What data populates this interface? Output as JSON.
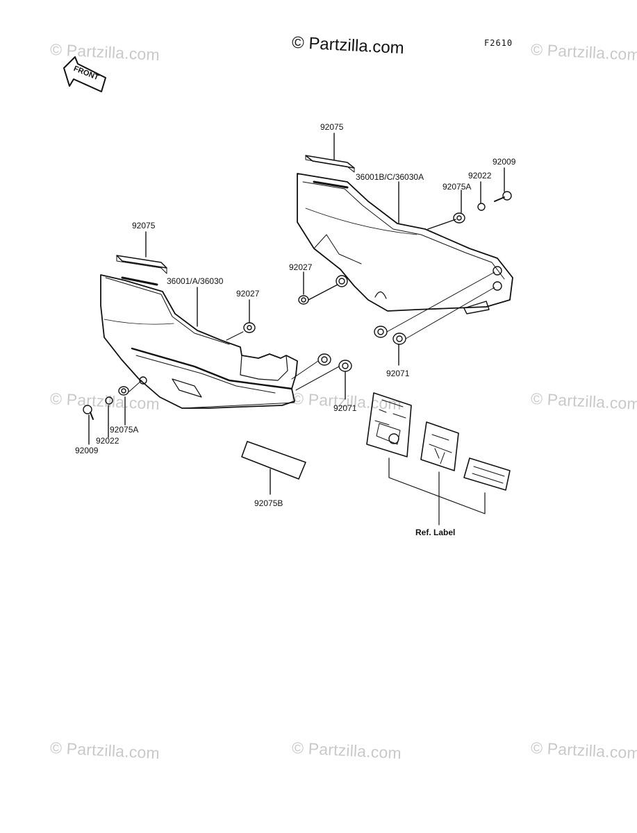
{
  "watermarks": {
    "main": "© Partzilla.com",
    "faded": "© Partzilla.com"
  },
  "diagram_code": "F2610",
  "front_arrow_label": "FRONT",
  "labels": {
    "p92075_right": "92075",
    "p36001b": "36001B/C/36030A",
    "p92009_right": "92009",
    "p92022_right": "92022",
    "p92075a_right": "92075A",
    "p92027_right": "92027",
    "p92071_right": "92071",
    "p92075_left": "92075",
    "p36001": "36001/A/36030",
    "p92027_left": "92027",
    "p92071_left": "92071",
    "p92009_left": "92009",
    "p92022_left": "92022",
    "p92075a_left": "92075A",
    "p92075b": "92075B",
    "ref_label": "Ref. Label"
  },
  "colors": {
    "line": "#111111",
    "watermark": "#c9c9c9"
  }
}
